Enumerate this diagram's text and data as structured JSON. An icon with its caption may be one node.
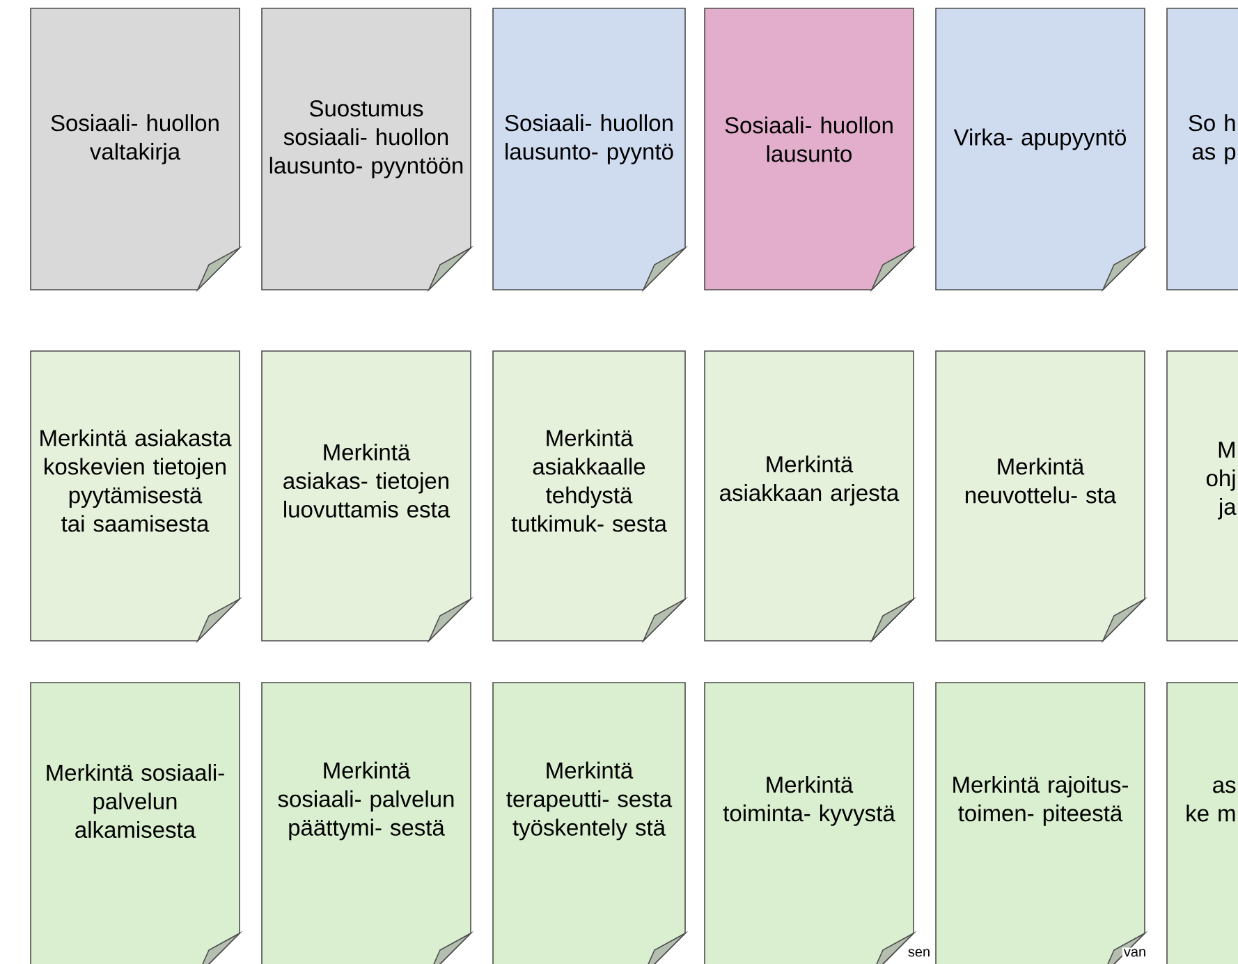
{
  "diagram": {
    "nodes": [
      {
        "text": [
          "Sosiaali- huollon valtakirja"
        ]
      },
      {
        "text": [
          "Suostumus sosiaali- huollon lausunto- pyyntöön"
        ]
      },
      {
        "text": [
          "Sosiaali- huollon lausunto- pyyntö"
        ]
      },
      {
        "text": [
          "Sosiaali- huollon lausunto"
        ]
      },
      {
        "text": [
          "Virka- apupyyntö"
        ]
      },
      {
        "text": [
          "So h as p"
        ]
      },
      {
        "text": [
          "Merkintä asiakasta koskevien tietojen pyytämisestä tai saamisesta"
        ]
      },
      {
        "text": [
          "Merkintä asiakas- tietojen luovuttamis esta"
        ]
      },
      {
        "text": [
          "Merkintä asiakkaalle tehdystä tutkimuk- sesta"
        ]
      },
      {
        "text": [
          "Merkintä asiakkaan arjesta"
        ]
      },
      {
        "text": [
          "Merkintä neuvottelu- sta"
        ]
      },
      {
        "text": [
          "M ohj ja"
        ]
      },
      {
        "text": [
          "Merkintä sosiaali- palvelun alkamisesta"
        ]
      },
      {
        "text": [
          "Merkintä sosiaali- palvelun päättymi- sestä"
        ]
      },
      {
        "text": [
          "Merkintä terapeutti- sesta työskentely stä"
        ]
      },
      {
        "text": [
          "Merkintä toiminta- kyvystä"
        ]
      },
      {
        "text": [
          "Merkintä rajoitus- toimen- piteestä"
        ]
      },
      {
        "text": [
          "as ke m"
        ]
      }
    ],
    "labels": [
      "sen",
      "van"
    ]
  }
}
